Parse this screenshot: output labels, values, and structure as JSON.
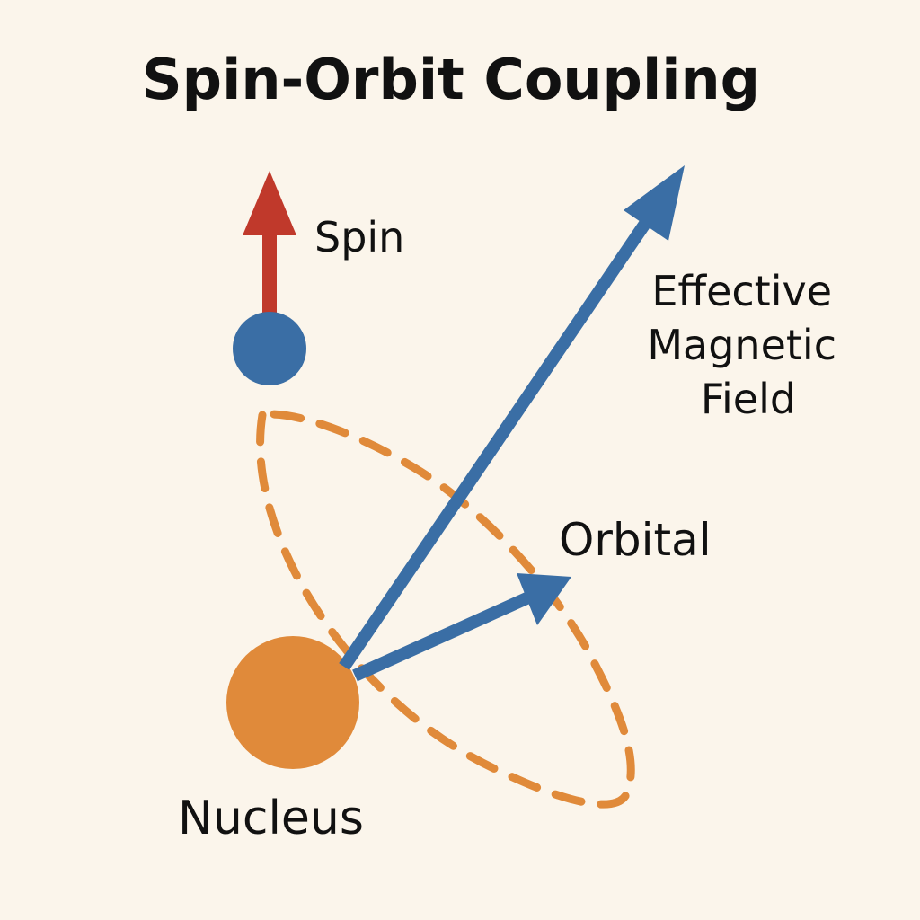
{
  "title": "Spin-Orbit Coupling",
  "labels": {
    "spin": "Spin",
    "effective_field": [
      "Effective",
      "Magnetic",
      "Field"
    ],
    "orbital": "Orbital",
    "nucleus": "Nucleus"
  },
  "colors": {
    "background": "#fbf5eb",
    "text": "#111111",
    "spin_arrow": "#c0392b",
    "electron": "#3a6ea5",
    "field_arrow": "#3a6ea5",
    "orbital_arrow": "#3a6ea5",
    "nucleus": "#e08a3a",
    "orbit_path": "#e08a3a"
  }
}
